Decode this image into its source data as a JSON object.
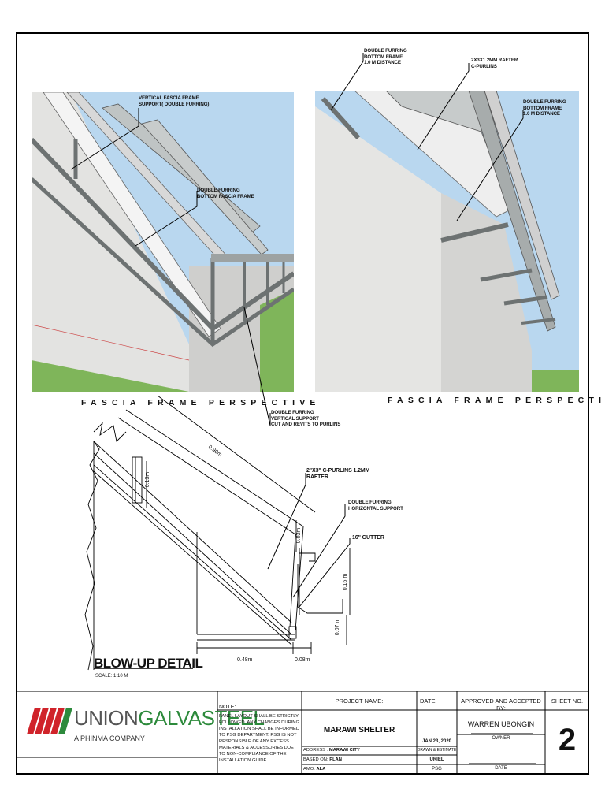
{
  "drawing": {
    "labels": {
      "vertical_fascia": "VERTICAL FASCIA FRAME\nSUPPORT( DOUBLE FURRING)",
      "double_furring_bottom_fascia": "DOUBLE FURRING\nBOTTOM FASCIA FRAME",
      "double_furring_bottom_frame": "DOUBLE FURRING\nBOTTOM FRAME\n1.0 M DISTANCE",
      "rafter_cpurlins": "2x3x1.2mm RAFTER\nC-PURLINS",
      "double_furring_distance": "DOUBLE FURRING\nBOTTOM FRAME\n1.0 M DISTANCE",
      "vertical_support": "DOUBLE FURRING\nVERTICAL SUPPORT\nCUT AND REVITS TO PURLINS",
      "cpurlins_rafter": "2\"x3\" C-PURLINS 1.2mm\nRAFTER",
      "horizontal_support": "DOUBLE FURRING\nHORIZONTAL SUPPORT",
      "gutter": "16\" GUTTER"
    },
    "perspective_left": "FASCIA FRAME PERSPECTIVE",
    "perspective_right": "FASCIA FRAME PERSPECTIVE",
    "dimensions": {
      "d090": "0.90m",
      "d013": "0.13m",
      "d003": "0.03m",
      "d016": "0.16 m",
      "d007": "0.07 m",
      "d048": "0.48m",
      "d008": "0.08m"
    },
    "blowup_title": "BLOW-UP DETAIL",
    "scale": "SCALE: 1:10 M"
  },
  "title_block": {
    "logo_union": "UNION",
    "logo_galva": "GALVASTEEL",
    "logo_sub": "A PHINMA COMPANY",
    "note_header": "NOTE:",
    "note_text": "PANEL LAYOUT SHALL BE STRICTLY FOLLOWED. ANY CHANGES DURING INSTALLATION SHALL BE INFORMED TO PSG DEPARTMENT. PSG IS NOT RESPONSIBLE OF ANY EXCESS MATERIALS & ACCESSORIES DUE TO NON-COMPLIANCE OF THE INSTALLATION GUIDE.",
    "project_name_label": "PROJECT NAME:",
    "project_name": "MARAWI SHELTER",
    "address_label": "ADDRESS :",
    "address": "MARAWI CITY",
    "based_on_label": "BASED ON:",
    "based_on": "PLAN",
    "amo_label": "AMO:",
    "amo": "ALA",
    "date_label": "DATE:",
    "date": "JAN 23, 2020",
    "drawn_label": "DRAWN & ESTIMATE",
    "drawn_by": "URIEL",
    "dept": "PSG",
    "approved_label": "APPROVED AND ACCEPTED BY:",
    "approver": "WARREN UBONGIN",
    "owner_label": "OWNER",
    "date_sig_label": "DATE",
    "sheet_label": "SHEET NO.",
    "sheet_no": "2"
  },
  "colors": {
    "sky": "#b9d7ef",
    "wall": "#e4e4e2",
    "steel": "#8e9494",
    "grass": "#7fb55a",
    "logo_red": "#d0232a",
    "logo_green": "#2d8a3c"
  }
}
